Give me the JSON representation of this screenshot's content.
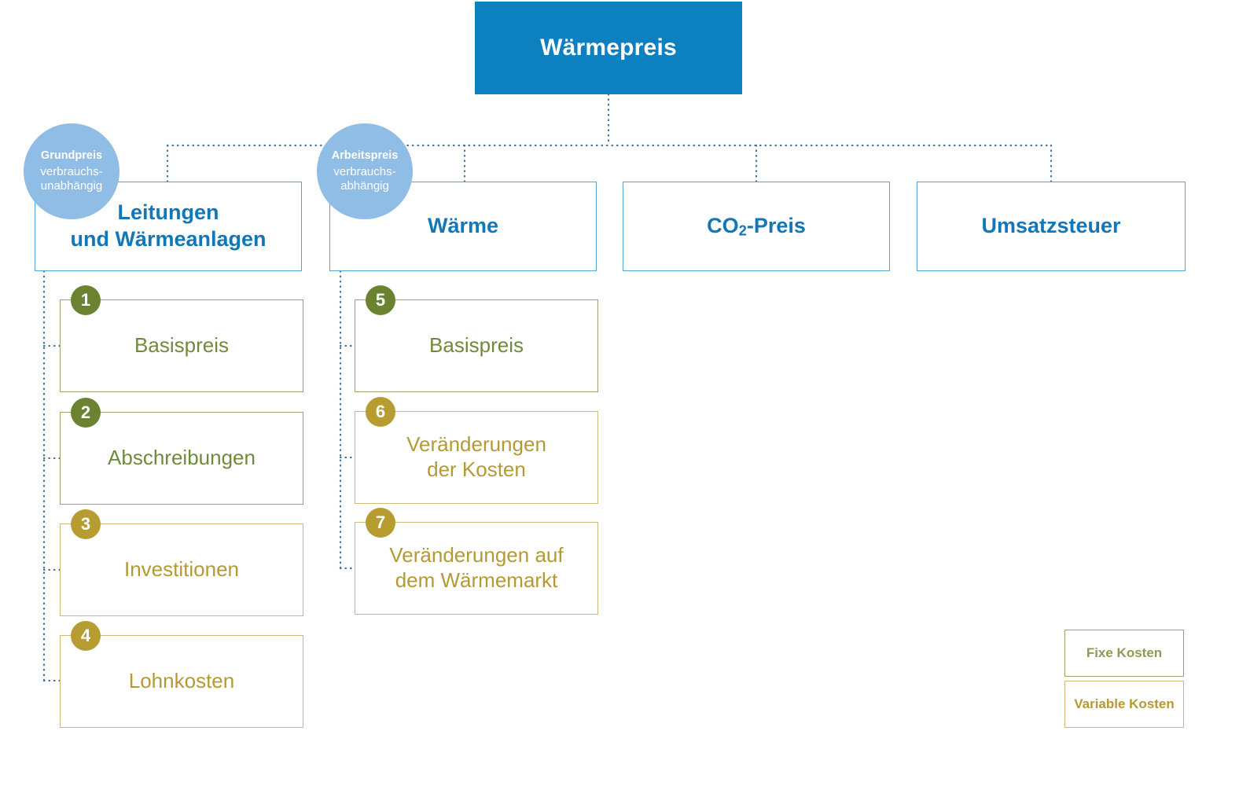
{
  "diagram": {
    "title": "Wärmepreis",
    "colors": {
      "root_blue": "#0d80c0",
      "box_blue_border": "#54a3d8",
      "box_blue_text": "#1277b8",
      "circle_blue": "#8fbde6",
      "fixed_green": "#6b8331",
      "fixed_green_text": "#6e8b3d",
      "fixed_green_border": "#9aa46a",
      "variable_gold": "#b79c31",
      "variable_gold_text": "#b59a33",
      "variable_gold_border": "#cdb978",
      "connector": "#3f6f9a"
    }
  },
  "root": {
    "label": "Wärmepreis"
  },
  "tags": [
    {
      "title": "Grundpreis",
      "subtitle": "verbrauchs-\nunabhängig"
    },
    {
      "title": "Arbeitspreis",
      "subtitle": "verbrauchs-\nabhängig"
    }
  ],
  "categories": [
    {
      "label": "Leitungen\nund Wärmeanlagen",
      "html": "Leitungen<br>und Wärmeanlagen"
    },
    {
      "label": "Wärme",
      "html": "Wärme"
    },
    {
      "label": "CO2-Preis",
      "html": "CO<sub>2</sub>-Preis"
    },
    {
      "label": "Umsatzsteuer",
      "html": "Umsatzsteuer"
    }
  ],
  "items_left": [
    {
      "number": "1",
      "label": "Basispreis",
      "cost_type": "fix"
    },
    {
      "number": "2",
      "label": "Abschreibungen",
      "cost_type": "fix"
    },
    {
      "number": "3",
      "label": "Investitionen",
      "cost_type": "variabel"
    },
    {
      "number": "4",
      "label": "Lohnkosten",
      "cost_type": "variabel"
    }
  ],
  "items_middle": [
    {
      "number": "5",
      "label": "Basispreis",
      "cost_type": "fix"
    },
    {
      "number": "6",
      "label": "Veränderungen\nder Kosten",
      "cost_type": "variabel"
    },
    {
      "number": "7",
      "label": "Veränderungen auf\ndem Wärmemarkt",
      "cost_type": "variabel"
    }
  ],
  "legend": [
    {
      "label": "Fixe Kosten",
      "cost_type": "fix"
    },
    {
      "label": "Variable Kosten",
      "cost_type": "variabel"
    }
  ]
}
